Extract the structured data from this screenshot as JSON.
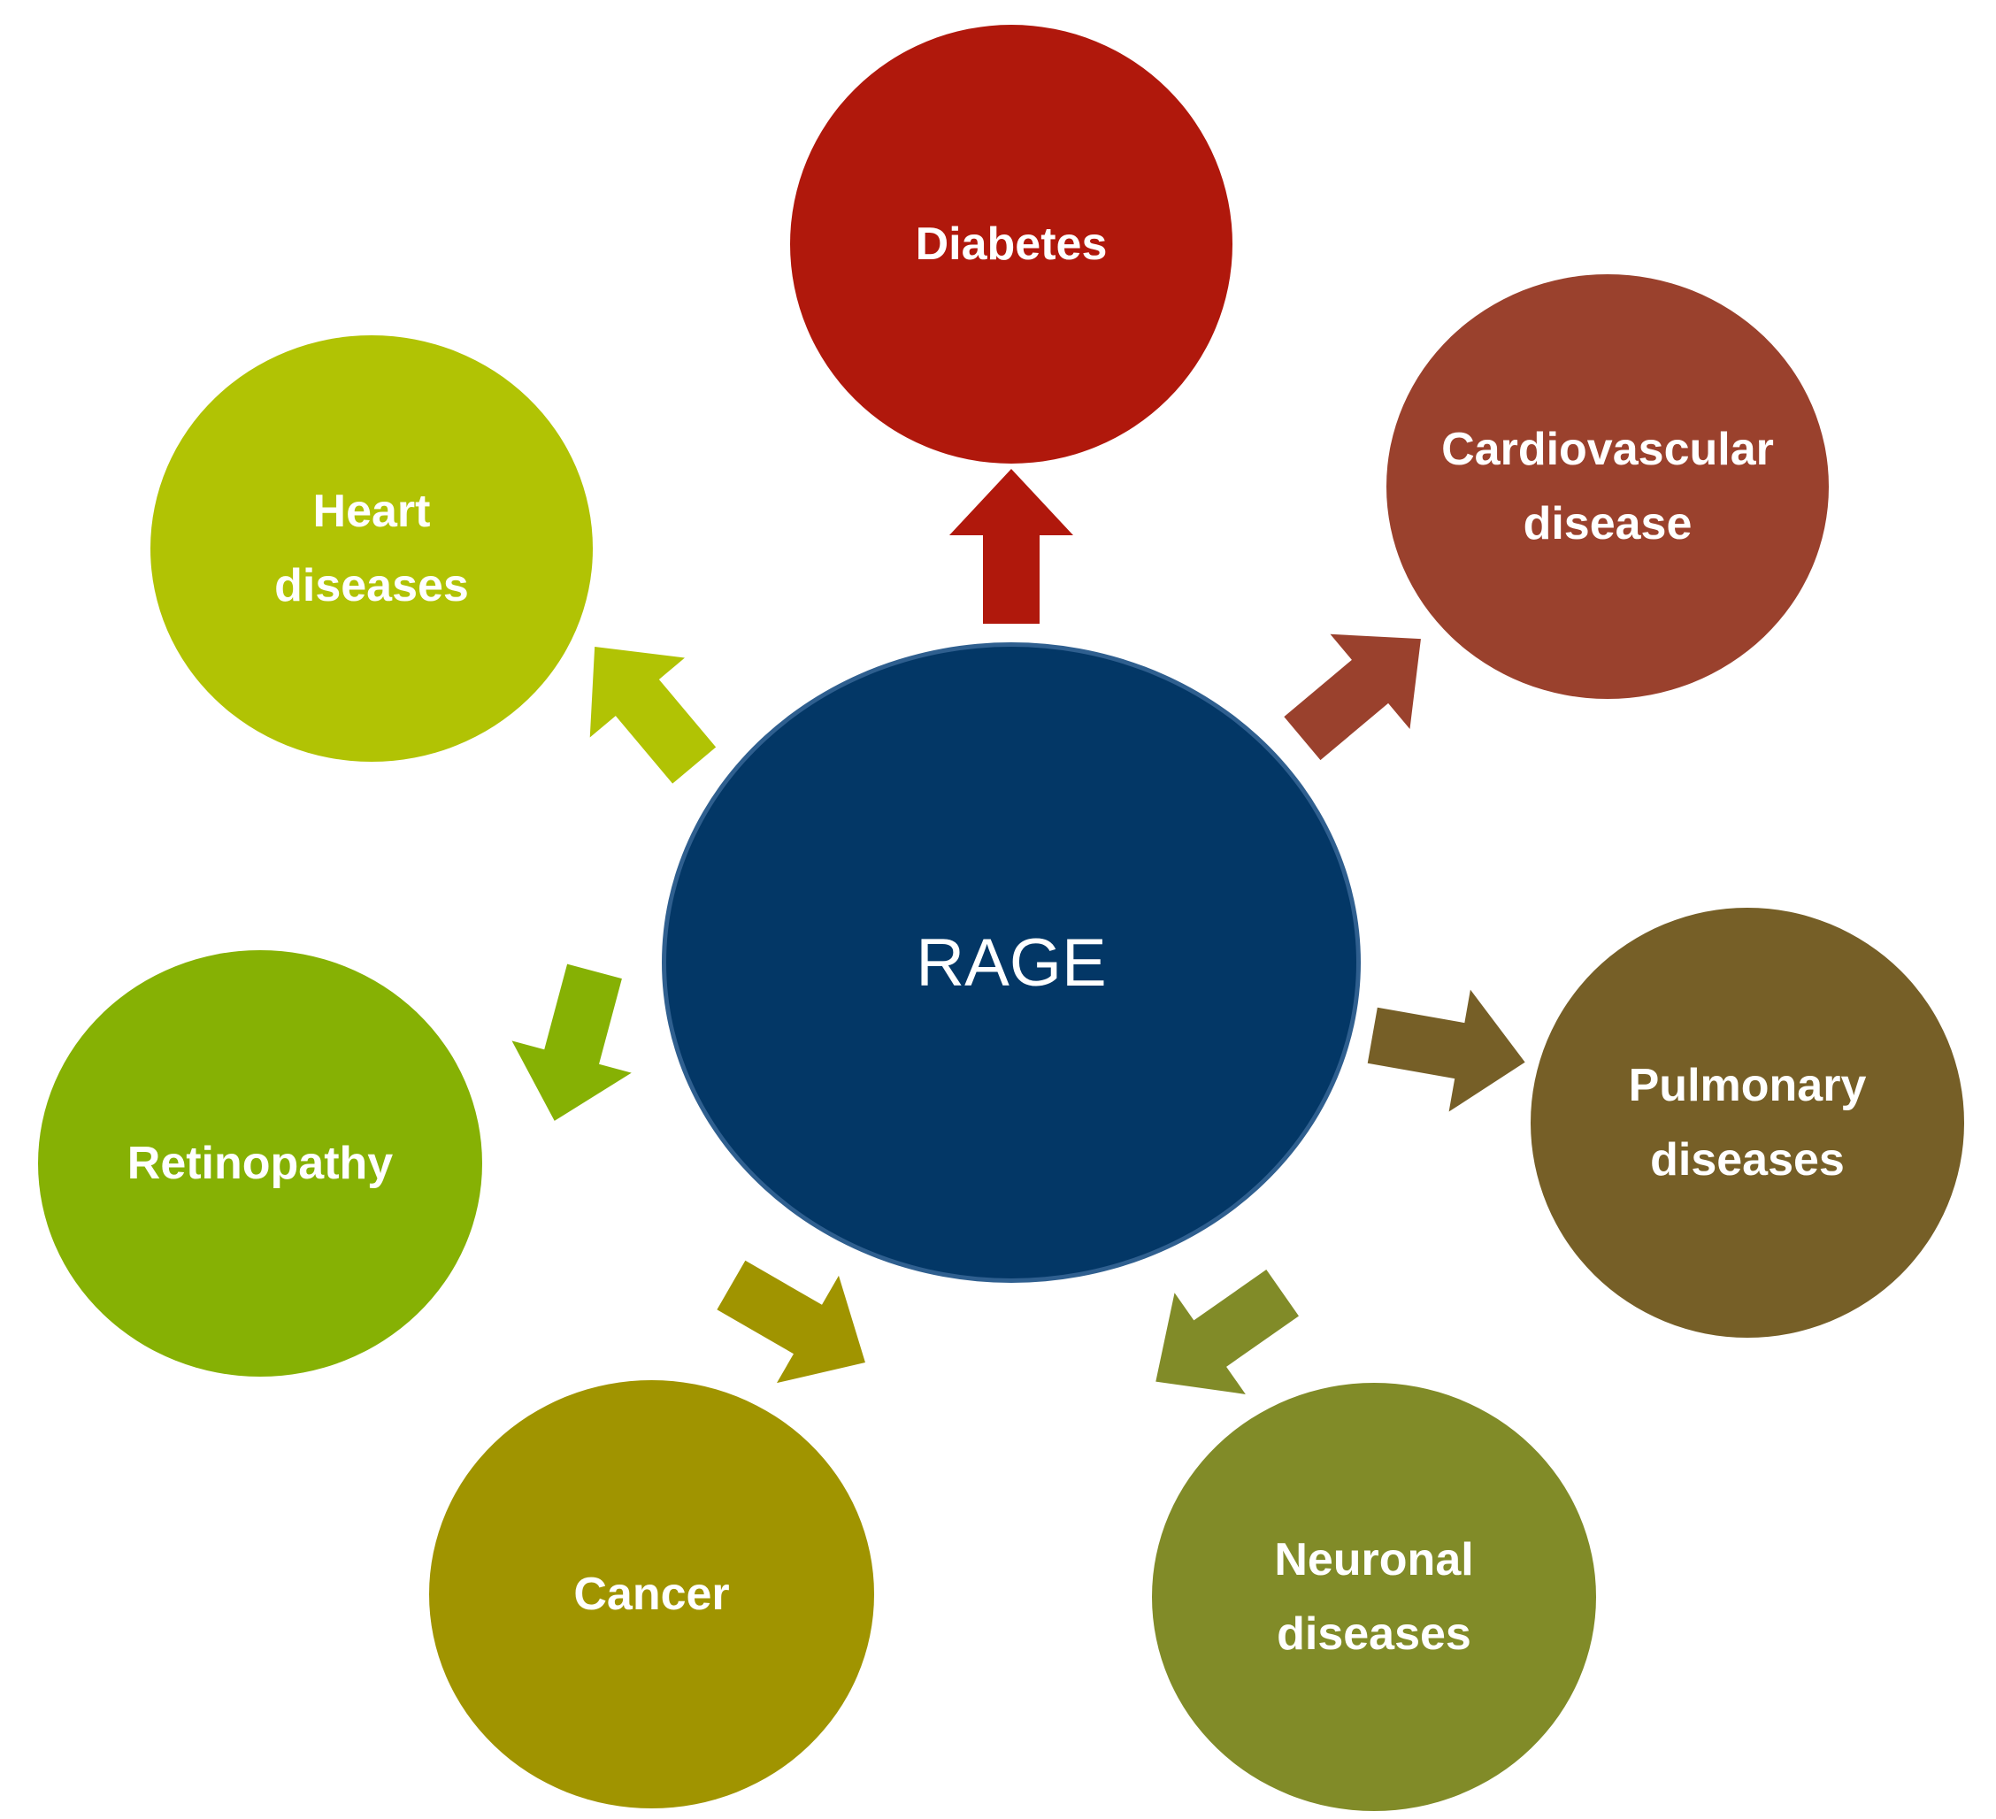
{
  "center": {
    "label": "RAGE",
    "color": "#033766"
  },
  "nodes": [
    {
      "label": "Diabetes",
      "color": "#B0180C"
    },
    {
      "label": "Cardiovascular\ndisease",
      "color": "#9A412D"
    },
    {
      "label": "Pulmonary\ndiseases",
      "color": "#765F27"
    },
    {
      "label": "Neuronal\ndiseases",
      "color": "#818B28"
    },
    {
      "label": "Cancer",
      "color": "#A09400"
    },
    {
      "label": "Retinopathy",
      "color": "#86B104"
    },
    {
      "label": "Heart\ndiseases",
      "color": "#B1C304"
    }
  ]
}
